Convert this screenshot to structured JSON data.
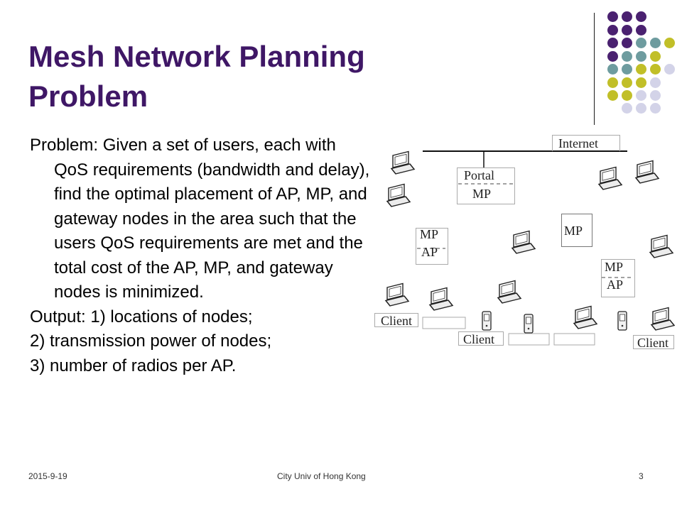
{
  "slide": {
    "title_line1": "Mesh Network Planning",
    "title_line2": "Problem",
    "problem": "Problem: Given a set of users, each with QoS requirements (bandwidth and delay), find the optimal placement of AP, MP, and gateway nodes in the area such that the users QoS requirements are met and the total cost of the AP, MP, and gateway nodes is minimized.",
    "output_line1": "Output: 1) locations of nodes;",
    "output_line2": "2) transmission power of nodes;",
    "output_line3": "3) number of radios per AP."
  },
  "diagram": {
    "internet": "Internet",
    "portal": "Portal",
    "portal_mp": "MP",
    "mp": "MP",
    "mpap1_top": "MP",
    "mpap1_bottom": "AP",
    "mpap2_top": "MP",
    "mpap2_bottom": "AP",
    "client1": "Client",
    "client2": "Client",
    "client3": "Client"
  },
  "footer": {
    "date": "2015-9-19",
    "org": "City Univ of Hong Kong",
    "page": "3"
  },
  "colors": {
    "title": "#3f1766",
    "dot_purple": "#4a2170",
    "dot_teal": "#6e9c9f",
    "dot_olive": "#c1bf28",
    "dot_lavender": "#d3d3e8"
  }
}
